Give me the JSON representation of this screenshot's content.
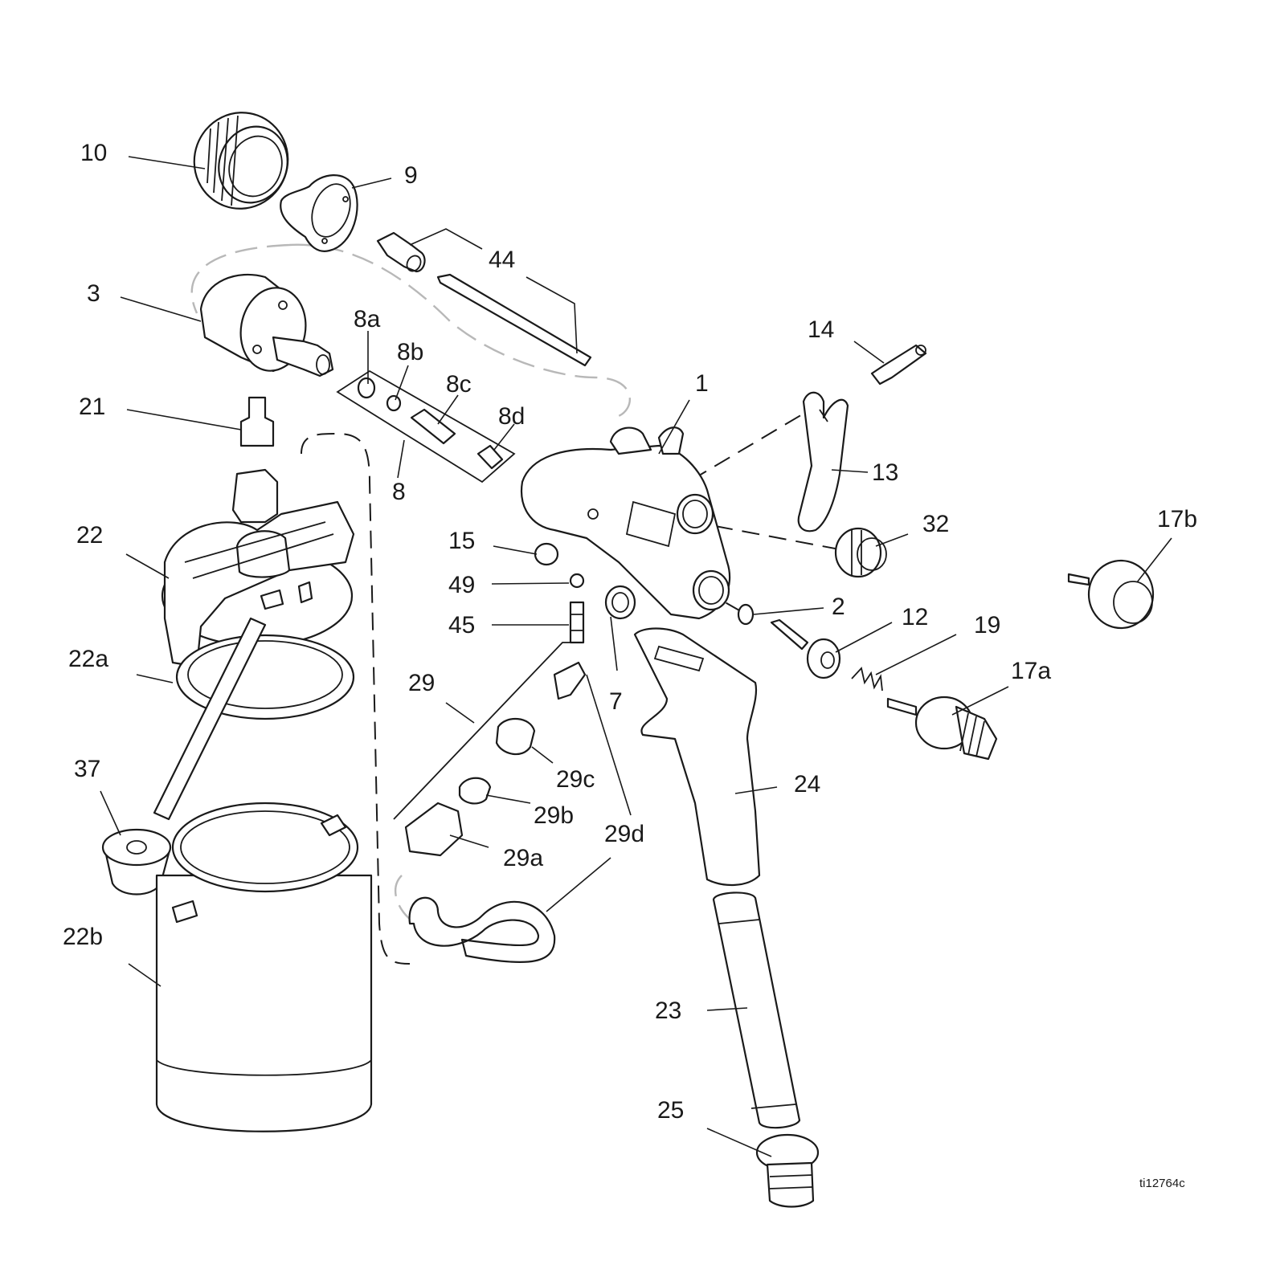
{
  "callouts": {
    "c10": "10",
    "c9": "9",
    "c44": "44",
    "c3": "3",
    "c8a": "8a",
    "c8b": "8b",
    "c8c": "8c",
    "c8d": "8d",
    "c8": "8",
    "c21": "21",
    "c1": "1",
    "c14": "14",
    "c13": "13",
    "c32": "32",
    "c17b": "17b",
    "c22": "22",
    "c15": "15",
    "c49": "49",
    "c45": "45",
    "c2": "2",
    "c12": "12",
    "c19": "19",
    "c17a": "17a",
    "c22a": "22a",
    "c29": "29",
    "c7": "7",
    "c29c": "29c",
    "c29b": "29b",
    "c29d": "29d",
    "c29a": "29a",
    "c37": "37",
    "c24": "24",
    "c22b": "22b",
    "c23": "23",
    "c25": "25"
  },
  "drawing_id": "ti12764c"
}
